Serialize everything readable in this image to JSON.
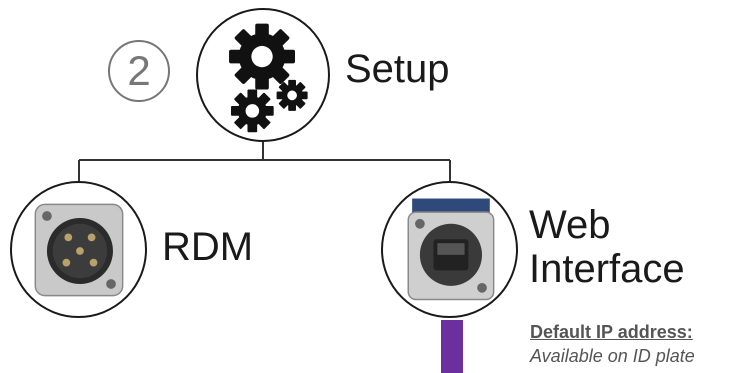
{
  "step": {
    "number": "2"
  },
  "setup": {
    "label": "Setup",
    "icon": "gears-icon"
  },
  "rdm": {
    "label": "RDM",
    "icon": "xlr-connector-icon"
  },
  "web": {
    "label_line1": "Web",
    "label_line2": "Interface",
    "icon": "ethercon-connector-icon"
  },
  "ip_note": {
    "heading": "Default IP address:",
    "text": "Available on ID plate"
  },
  "colors": {
    "accent_bar": "#6b2fa0",
    "lines": "#333333"
  }
}
